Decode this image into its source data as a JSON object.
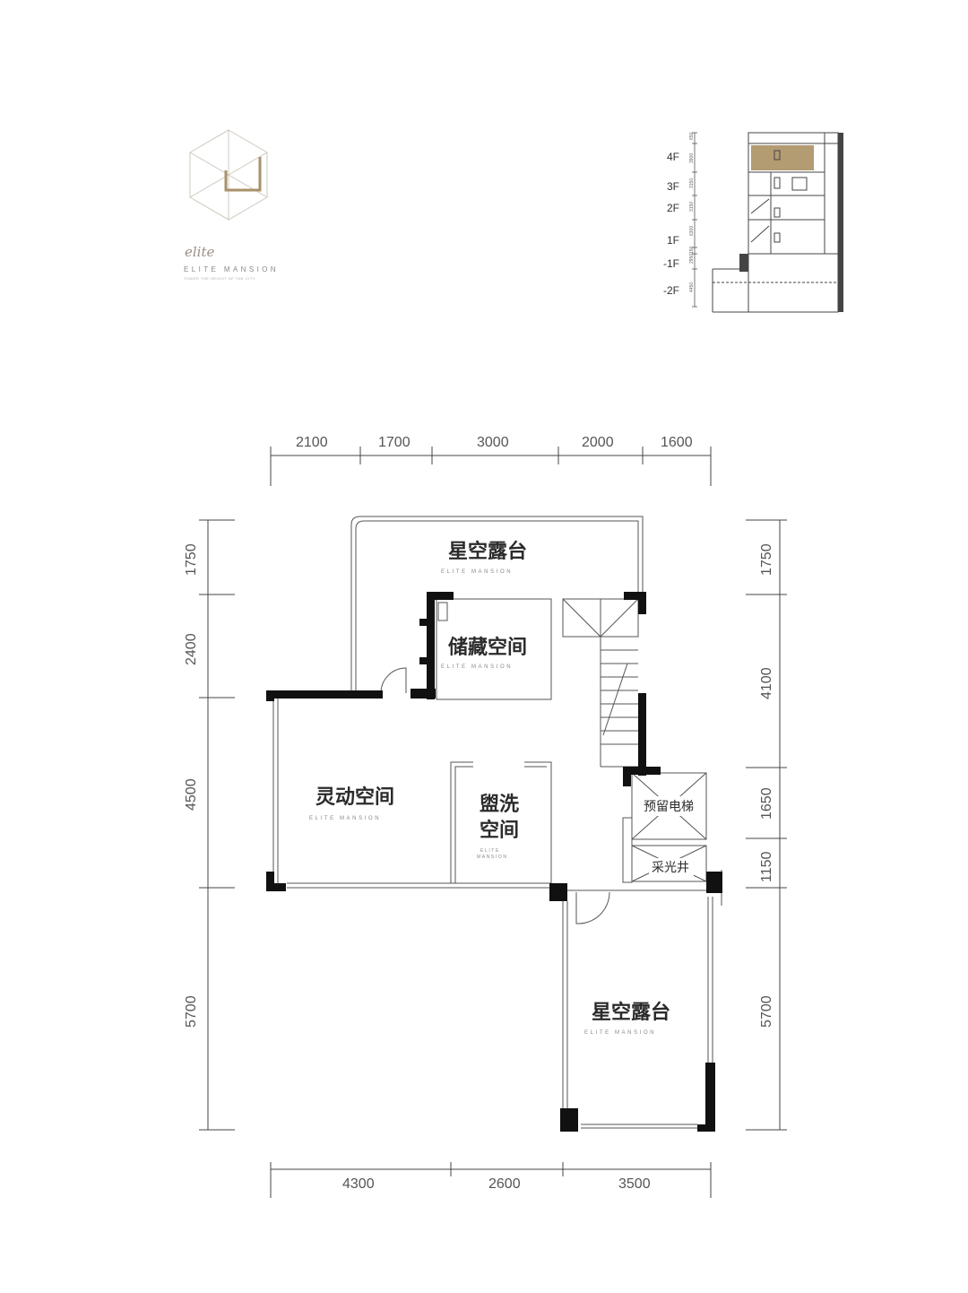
{
  "brand": {
    "script": "elite",
    "name": "ELITE MANSION",
    "tagline": "TOWER THE HEIGHT OF THE CITY"
  },
  "section_view": {
    "floors": [
      "4F",
      "3F",
      "2F",
      "1F",
      "-1F",
      "-2F"
    ],
    "heights": [
      "650",
      "3900",
      "3150",
      "3150",
      "6300",
      "150",
      "2950",
      "4450"
    ],
    "highlight_floor": "4F",
    "highlight_color": "#b39b72"
  },
  "plan": {
    "top_dims": [
      "2100",
      "1700",
      "3000",
      "2000",
      "1600"
    ],
    "bottom_dims": [
      "4300",
      "2600",
      "3500"
    ],
    "left_dims": [
      "1750",
      "2400",
      "4500",
      "5700"
    ],
    "right_dims": [
      "1750",
      "4100",
      "1650",
      "1150",
      "5700"
    ],
    "rooms": {
      "terrace_top": "星空露台",
      "storage": "储藏空间",
      "flex": "灵动空间",
      "wash_line1": "盥洗",
      "wash_line2": "空间",
      "elevator": "预留电梯",
      "lightwell": "采光井",
      "terrace_bottom": "星空露台"
    },
    "room_sub": "ELITE MANSION"
  }
}
